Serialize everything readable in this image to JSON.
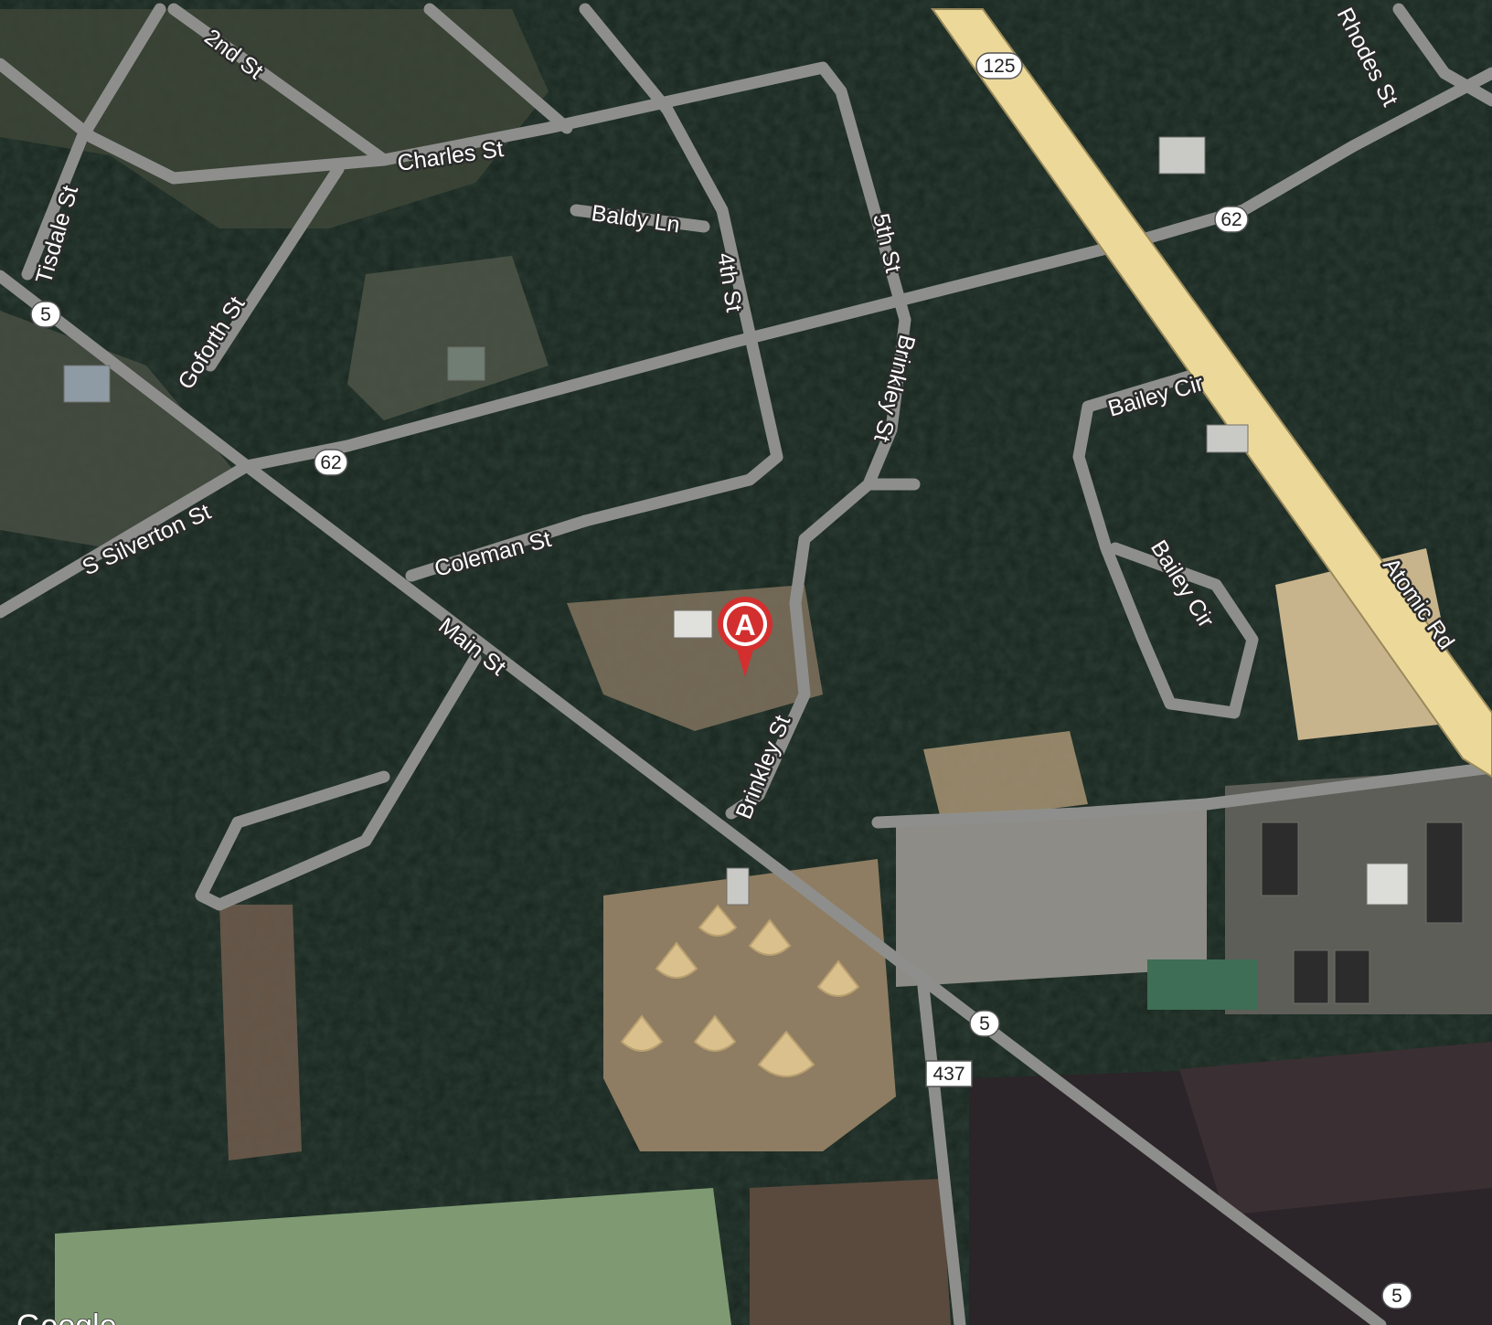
{
  "map": {
    "type": "satellite",
    "provider_logo": "Google",
    "marker": {
      "label": "A",
      "icon": "location-pin-icon",
      "color": "#d32f2f"
    },
    "colors": {
      "forest": "#17231d",
      "road": "#8e8f8c",
      "highway": "#ecd99a",
      "field_green": "#7f9a72",
      "field_bare": "#c8b48c",
      "farmland_dark": "#2b2428"
    },
    "street_labels": {
      "second_st": "2nd St",
      "charles_st": "Charles St",
      "tisdale_st": "Tisdale St",
      "baldy_ln": "Baldy Ln",
      "fourth_st": "4th St",
      "fifth_st": "5th St",
      "goforth_st": "Goforth St",
      "brinkley_st_north": "Brinkley St",
      "brinkley_st_south": "Brinkley St",
      "bailey_cir_north": "Bailey Cir",
      "bailey_cir_south": "Bailey Cir",
      "s_silverton_st": "S Silverton St",
      "coleman_st": "Coleman St",
      "main_st": "Main St",
      "rhodes_st": "Rhodes St",
      "atomic_rd": "Atomic Rd"
    },
    "route_shields": {
      "r125": "125",
      "r62_east": "62",
      "r62_west": "62",
      "r5_west": "5",
      "r5_center": "5",
      "r5_south": "5",
      "r437": "437"
    }
  }
}
